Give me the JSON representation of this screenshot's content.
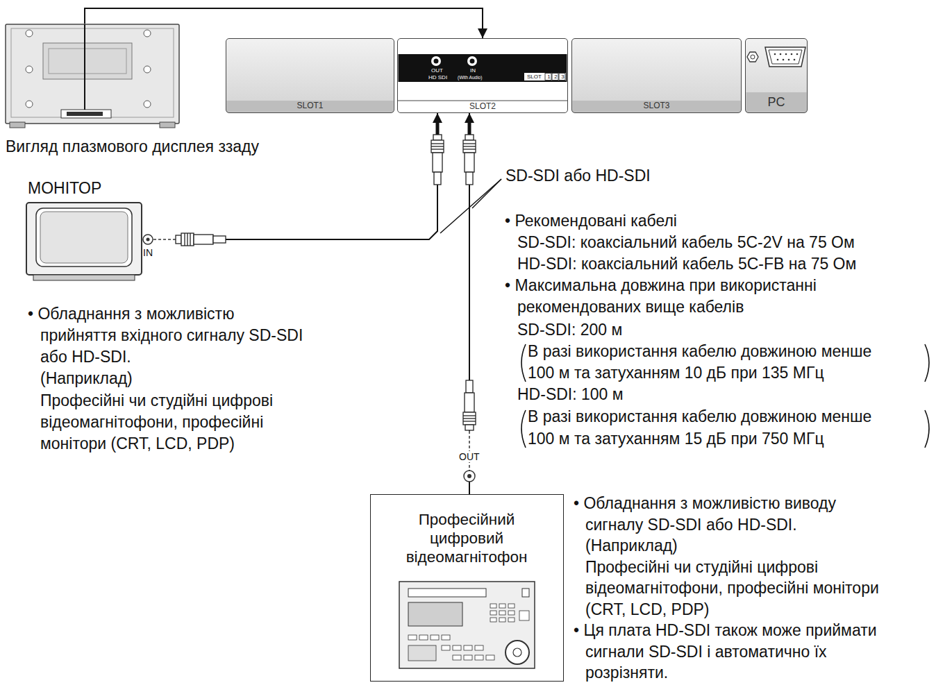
{
  "diagram": {
    "nodes": [
      {
        "text": [
          "Вигляд плазмового дисплея ззаду"
        ]
      },
      {
        "text": [
          "SLOT1"
        ]
      },
      {
        "text": [
          "OUT",
          "IN",
          "HD SDI",
          "(With Audio)",
          "SLOT",
          "1",
          "2",
          "3",
          "SLOT2"
        ]
      },
      {
        "text": [
          "SLOT3"
        ]
      },
      {
        "text": [
          "PC"
        ]
      },
      {
        "text": [
          "МОНІТОР"
        ]
      },
      {
        "text": [
          "Професійний цифровий відеомагнітофон"
        ]
      }
    ],
    "edges": [
      {
        "from": 0,
        "to": 2,
        "arrow": "to"
      },
      {
        "from": 5,
        "to": 2,
        "arrow": "to"
      },
      {
        "from": 6,
        "to": 2,
        "arrow": "to"
      }
    ],
    "labels": [
      "SD-SDI або HD-SDI",
      "IN",
      "• Рекомендовані кабелі",
      "SD-SDI: коаксіальний кабель 5C-2V на 75 Ом",
      "HD-SDI: коаксіальний кабель 5C-FB на 75 Ом",
      "• Максимальна довжина при використанні",
      "рекомендованих вище кабелів",
      "SD-SDI: 200 м",
      "В разі використання кабелю довжиною менше",
      "100 м та затуханням 10 дБ при 135 МГц",
      "HD-SDI: 100 м",
      "В разі використання кабелю довжиною менше",
      "100 м та затуханням 15 дБ при 750 МГц",
      "• Обладнання з можливістю",
      "прийняття вхідного сигналу SD-SDI",
      "або HD-SDI.",
      "(Наприклад)",
      "Професійні чи студійні цифрові",
      "відеомагнітофони, професійні",
      "монітори (CRT, LCD, PDP)",
      "OUT",
      "• Обладнання з можливістю виводу",
      "сигналу SD-SDI або HD-SDI.",
      "(Наприклад)",
      "Професійні чи студійні цифрові",
      "відеомагнітофони, професійні монітори",
      "(CRT, LCD, PDP)",
      "• Ця плата HD-SDI також може приймати",
      "сигнали SD-SDI і автоматично їх",
      "розрізняти."
    ]
  }
}
